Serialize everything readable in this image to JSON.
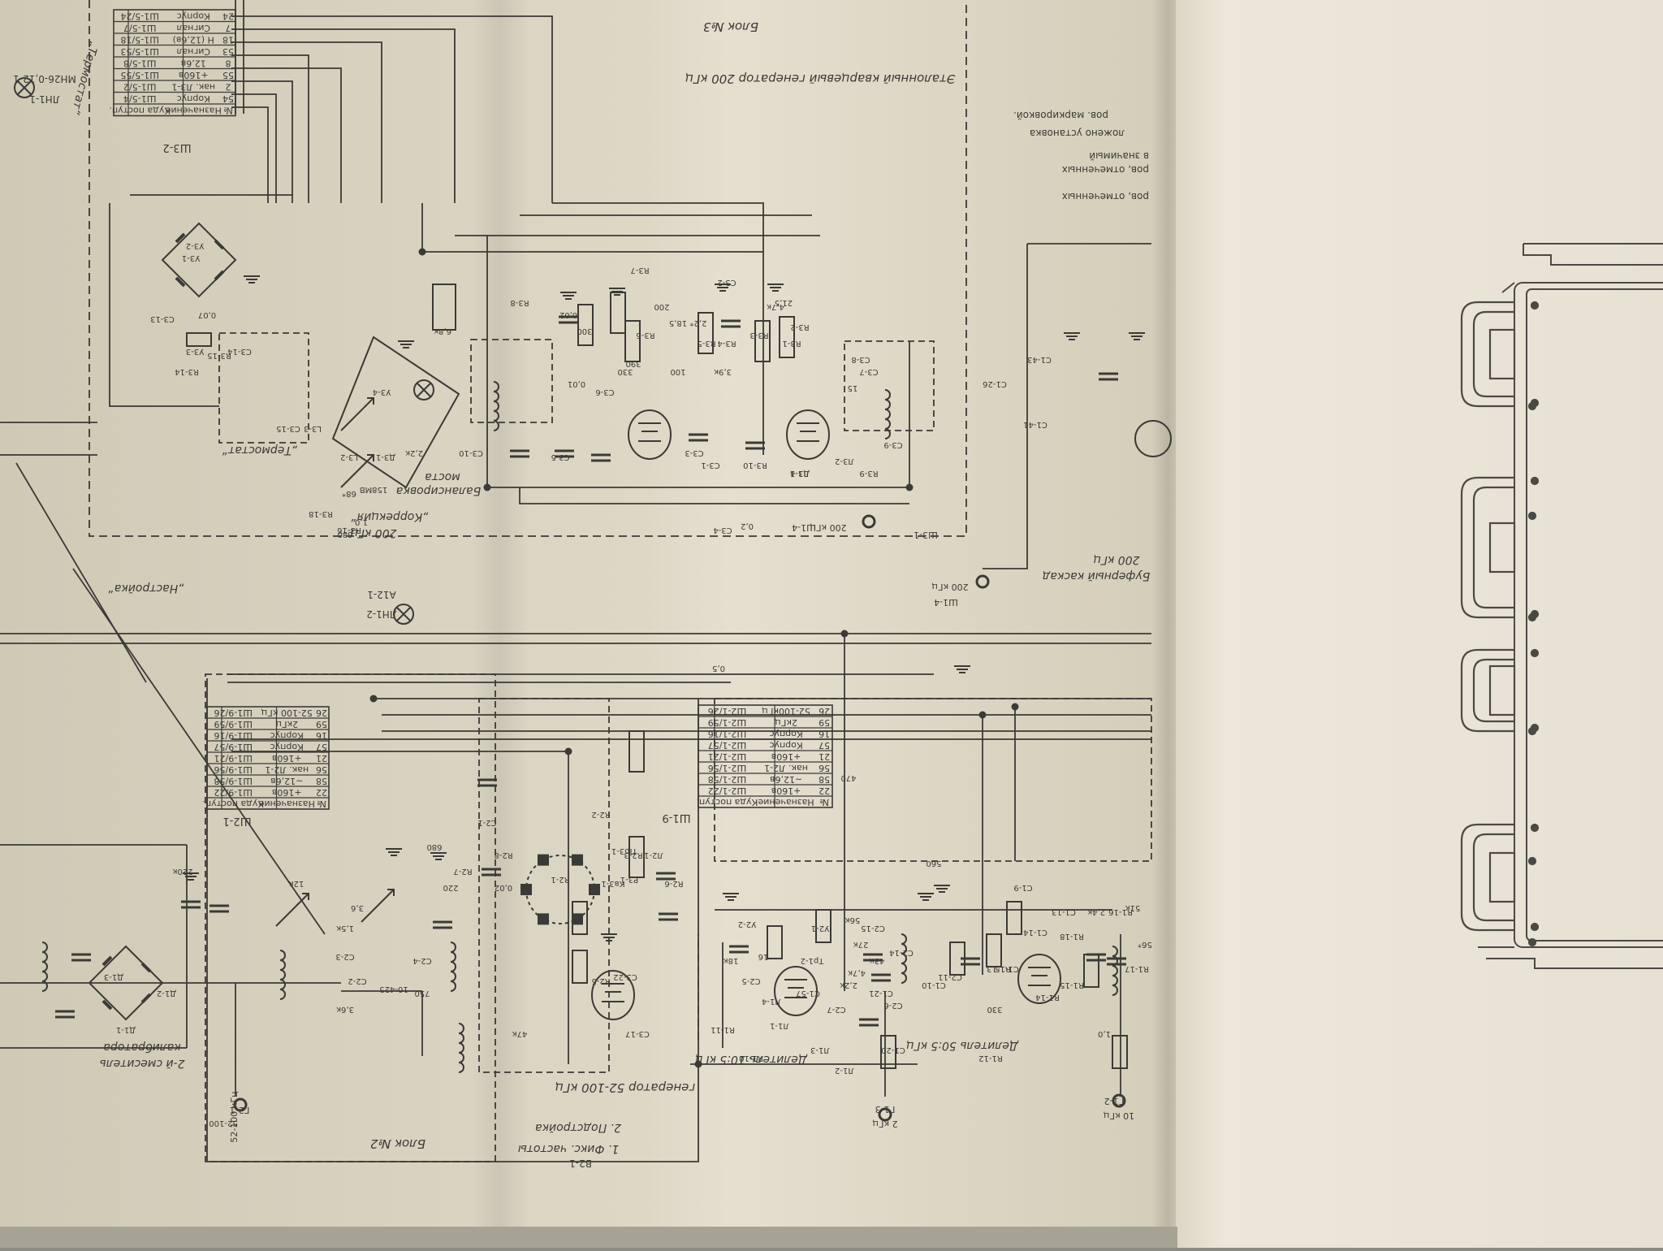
{
  "sheet": {
    "block3_title": "Блок №3",
    "block3_subtitle": "Эталонный кварцевый генератор 200 кГц",
    "block2_title": "Блок №2",
    "block2_subtitle": "генератор 52-100 кГц",
    "fix_note_1": "1. Фикс. частоты",
    "fix_note_2": "2. Подстройка",
    "switch_b2": "В2-1",
    "thermostat_1": "„Термостат“",
    "thermostat_2": "„Термостат“",
    "correction": "„Коррекция“",
    "correction_freq": "200 кГц",
    "balance_1": "Балансировка",
    "balance_2": "моста",
    "tuning": "„Настройка“",
    "lamp1": "ЛН1-1",
    "lamp1_type": "МН26-0,12-1",
    "lamp2": "ЛН1-2",
    "lamp2_ref": "А12-1",
    "mixer_1": "2-й смеситель",
    "mixer_2": "калибратора",
    "divider_105": "Делитель 10:5 кГц",
    "divider_505": "Делитель 50:5 кГц",
    "buffer_1": "Буферный каскад",
    "buffer_2": "200 кГц",
    "out_200": "200 кГц",
    "out_200b": "200 кГц",
    "w31": "Ш3-1",
    "w14": "Ш1-4",
    "w14b": "Ш1-4",
    "w32_label": "Ш3-2",
    "w21_label": "Ш2-1",
    "w19_label": "Ш1-9",
    "conn_g21": "52-100 кГц",
    "conn_g21_id": "Г2-1",
    "conn_g13": "2 кГц",
    "conn_g13_id": "Г1-3",
    "conn_g12": "10 кГц",
    "conn_g12_id": "Г1-2",
    "side_notes": [
      "ров. маркировкой.",
      "ложено установка",
      "в значимый",
      "ров, отмеченных",
      "ров, отмеченных"
    ],
    "ref_labels": [
      "Л3-1",
      "Л3-2",
      "R3-1",
      "R3-2",
      "R3-3",
      "R3-4",
      "R3-5",
      "R3-6",
      "R3-7",
      "R3-8",
      "R3-9",
      "R3-10",
      "C3-1",
      "C3-2",
      "C3-3",
      "C3-4",
      "C3-5",
      "C3-6",
      "C3-7",
      "C3-8",
      "C3-9",
      "C3-10",
      "L3-2",
      "L3-3",
      "У3-1",
      "У3-2",
      "У3-3",
      "У3-4",
      "Д3-1",
      "158МВ",
      "R3-18",
      "R3-16",
      "R3-15",
      "R3-14",
      "C3-13",
      "C3-14",
      "C3-15",
      "C3-17",
      "C3-22",
      "Р3-1",
      "Пр3-1",
      "Кв3-1",
      "Л2-1",
      "R2-1",
      "R2-2",
      "R2-3",
      "R2-5",
      "R2-6",
      "R2-7",
      "R2-8",
      "C2-1",
      "C2-2",
      "C2-3",
      "C2-4",
      "C2-5",
      "C2-6",
      "C2-7",
      "C2-11",
      "C2-14",
      "C2-15",
      "У2-1",
      "У2-2",
      "Л1-1",
      "Л1-2",
      "Л1-3",
      "Л1-4",
      "R1-10",
      "R1-11",
      "R1-12",
      "R1-13",
      "R1-14",
      "R1-15",
      "R1-16",
      "R1-17",
      "R1-18",
      "C1-9",
      "C1-10",
      "C1-13",
      "C1-14",
      "C1-15",
      "C1-20",
      "C1-21",
      "C1-26",
      "C1-41",
      "C1-43",
      "C1-57",
      "Тр1-2",
      "Д1-1",
      "Д1-2",
      "Д1-3",
      "Д1-4"
    ],
    "values": [
      "0,02",
      "0,07",
      "0,01",
      "300",
      "330",
      "390",
      "200",
      "4,7к",
      "18,5",
      "21,5",
      "2,2*",
      "0,2",
      "3,9к",
      "100",
      "15",
      "6,8к",
      "2,2к",
      "68*",
      "1,0",
      "680",
      "2,4к",
      "51к",
      "0,5",
      "470",
      "750",
      "10-425",
      "12к",
      "1,5к",
      "3,6",
      "3,6к",
      "680",
      "220",
      "220к",
      "0,02",
      "47к",
      "18к",
      "16",
      "560",
      "27к",
      "43к",
      "56к",
      "1,0",
      "330",
      "2,2к",
      "4,7к",
      "56*",
      "52-100"
    ]
  },
  "table_w32": {
    "headers": [
      "№",
      "Назначение",
      "Куда поступ."
    ],
    "rows": [
      [
        "54",
        "Корпус",
        "Ш1-5/4"
      ],
      [
        "2",
        "нак. Л3-1",
        "Ш1-5/2"
      ],
      [
        "55",
        "+160в",
        "Ш1-5/55"
      ],
      [
        "8",
        "12,6в",
        "Ш1-5/8"
      ],
      [
        "53",
        "Сигнал",
        "Ш1-5/53"
      ],
      [
        "18",
        "Н (12,6в)",
        "Ш1-5/18"
      ],
      [
        "7",
        "Сигнал",
        "Ш1-5/7"
      ],
      [
        "24",
        "Корпус",
        "Ш1-5/24"
      ]
    ]
  },
  "table_w21": {
    "headers": [
      "№",
      "Назначение",
      "Куда поступ."
    ],
    "rows": [
      [
        "22",
        "+160в",
        "Ш1-9/22"
      ],
      [
        "58",
        "~12,6в",
        "Ш1-9/58"
      ],
      [
        "56",
        "нак. Л2-1",
        "Ш1-9/56"
      ],
      [
        "21",
        "+160в",
        "Ш1-9/21"
      ],
      [
        "57",
        "Корпус",
        "Ш1-9/57"
      ],
      [
        "16",
        "Корпус",
        "Ш1-9/16"
      ],
      [
        "59",
        "2кГц",
        "Ш1-9/59"
      ],
      [
        "26",
        "52-100 кГц",
        "Ш1-9/26"
      ]
    ]
  },
  "table_w19": {
    "headers": [
      "№",
      "Назначение",
      "Куда поступ."
    ],
    "rows": [
      [
        "22",
        "+160в",
        "Ш2-1/22"
      ],
      [
        "58",
        "~12,6в",
        "Ш2-1/58"
      ],
      [
        "56",
        "нак. Л2-1",
        "Ш2-1/56"
      ],
      [
        "21",
        "+160в",
        "Ш2-1/21"
      ],
      [
        "57",
        "Корпус",
        "Ш2-1/57"
      ],
      [
        "16",
        "Корпус",
        "Ш2-1/16"
      ],
      [
        "59",
        "2кГц",
        "Ш2-1/59"
      ],
      [
        "26",
        "52-100кГц",
        "Ш2-1/26"
      ]
    ]
  },
  "colors": {
    "paper": "#ddd8c6",
    "paper_right": "#ebe6d9",
    "ink": "#3a3a36",
    "background": "#8d8c84"
  }
}
